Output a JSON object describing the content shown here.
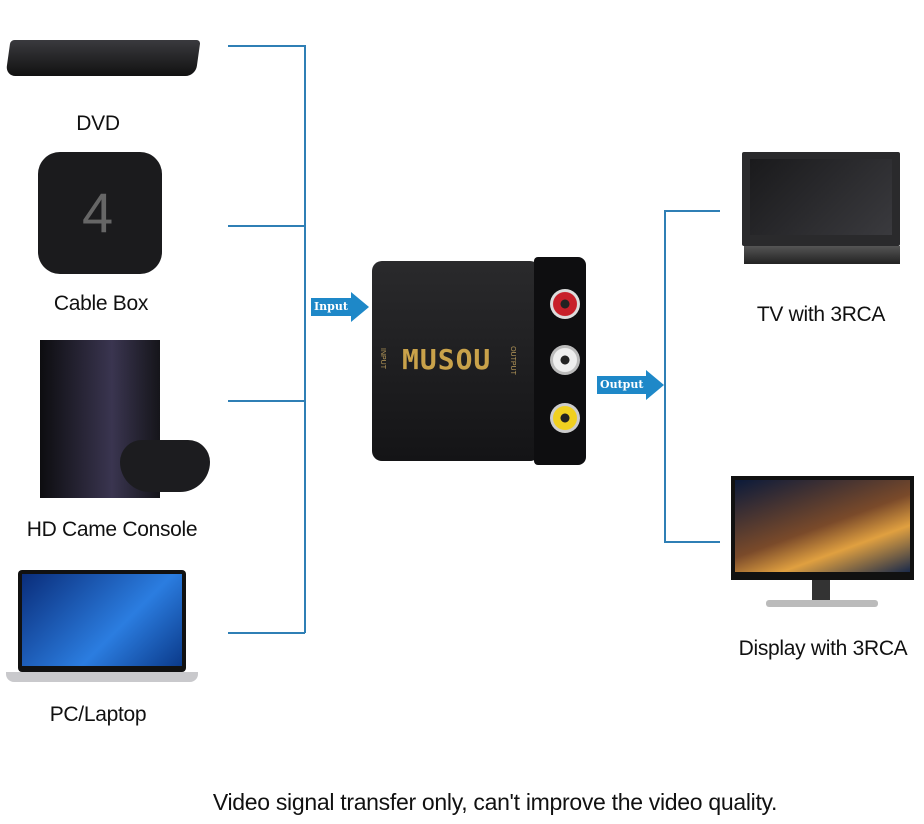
{
  "inputs": [
    {
      "label": "DVD",
      "icon": "dvd-player-icon"
    },
    {
      "label": "Cable Box",
      "icon": "cable-box-icon"
    },
    {
      "label": "HD Came Console",
      "icon": "game-console-icon"
    },
    {
      "label": "PC/Laptop",
      "icon": "laptop-icon"
    }
  ],
  "outputs": [
    {
      "label": "TV with 3RCA",
      "icon": "tv-icon"
    },
    {
      "label": "Display with 3RCA",
      "icon": "monitor-icon"
    }
  ],
  "device": {
    "brand": "MUSOU",
    "input_text": "INPUT",
    "output_text": "OUTPUT",
    "cable_box_number": "4"
  },
  "arrows": {
    "input": "Input",
    "output": "Output"
  },
  "footer": "Video signal transfer only, can't improve the video quality.",
  "colors": {
    "line": "#2f7fb5",
    "arrow": "#1e88c8",
    "brand_text": "#c9a24a"
  }
}
